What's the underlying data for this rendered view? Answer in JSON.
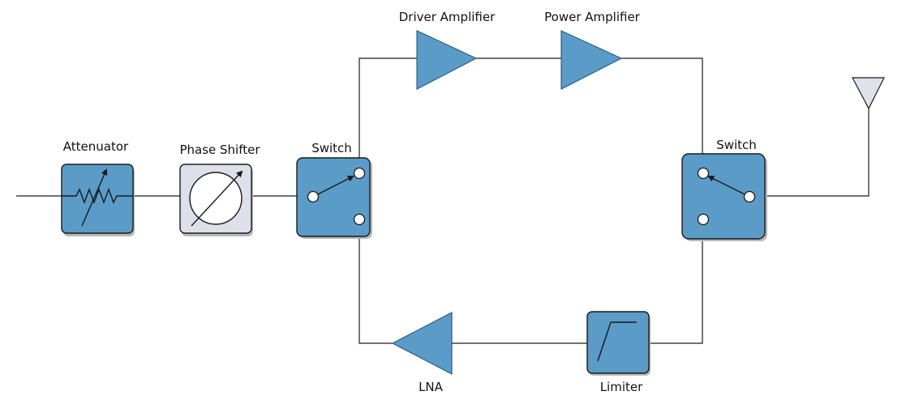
{
  "labels": {
    "attenuator": "Attenuator",
    "phase_shifter": "Phase Shifter",
    "switch_tx_rx_left": "Switch",
    "switch_antenna": "Switch",
    "driver_amplifier": "Driver Amplifier",
    "power_amplifier": "Power Amplifier",
    "lna": "LNA",
    "limiter": "Limiter"
  },
  "colors": {
    "block_fill": "#5b9bc8",
    "phase_shifter_fill": "#dde0ea",
    "wire": "#1a1a1a",
    "antenna_fill": "#dfe2ea"
  }
}
